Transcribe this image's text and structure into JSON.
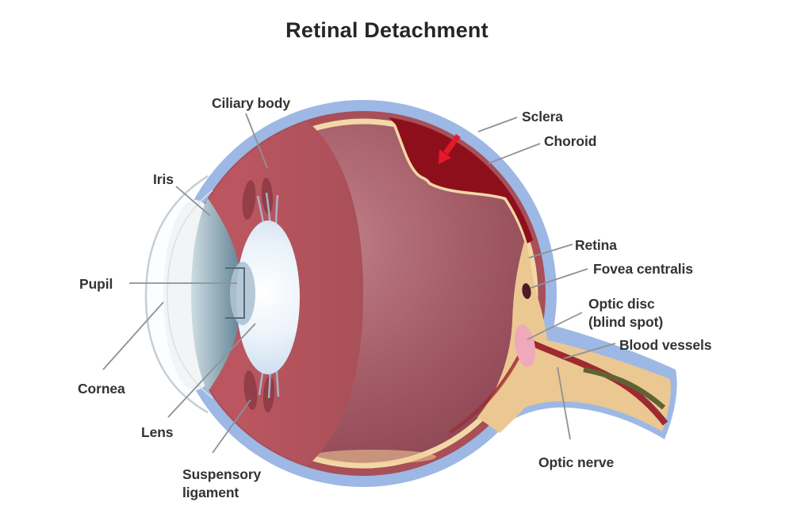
{
  "title": "Retinal Detachment",
  "labels": {
    "ciliary_body": "Ciliary body",
    "iris": "Iris",
    "pupil": "Pupil",
    "cornea": "Cornea",
    "lens": "Lens",
    "suspensory_ligament_line1": "Suspensory",
    "suspensory_ligament_line2": "ligament",
    "sclera": "Sclera",
    "choroid": "Choroid",
    "retina": "Retina",
    "fovea_centralis": "Fovea centralis",
    "optic_disc_line1": "Optic disc",
    "optic_disc_line2": "(blind spot)",
    "blood_vessels": "Blood vessels",
    "optic_nerve": "Optic nerve"
  },
  "colors": {
    "background": "#ffffff",
    "title_text": "#262626",
    "label_text": "#333333",
    "pointer_line": "#8e9296",
    "sclera_blue": "#9db8e4",
    "choroid_red": "#a84f58",
    "detachment_dark_red": "#8e0f1c",
    "retina_cream": "#f2d8a6",
    "retina_highlight": "#f2cf9b",
    "vitreous_light": "#c08088",
    "vitreous_mid": "#a55e68",
    "vitreous_dark": "#8a4250",
    "ciliary_red": "#bb5660",
    "ciliary_dark": "#8c3a44",
    "zonule_fiber": "#aabdd2",
    "iris_light": "#cddde3",
    "iris_dark": "#5e8093",
    "lens_center": "#ffffff",
    "lens_mid": "#eaf2fa",
    "lens_edge_blue": "#c9dbee",
    "pupil_dome": "#aec3d4",
    "aqueous_white": "#f2f4f6",
    "cornea_fill": "#fcfdfe",
    "cornea_outline": "#c5ced8",
    "cornea_inner": "#dbe1e8",
    "optic_nerve_tan": "#ebc891",
    "blood_vessel_red": "#9e2a31",
    "nerve_stripe_olive": "#5f6233",
    "optic_disc_pink": "#efa9ba",
    "fovea_dark": "#4f1a24",
    "arrow_red": "#e5192b",
    "bracket_gray": "#5a6a74"
  }
}
